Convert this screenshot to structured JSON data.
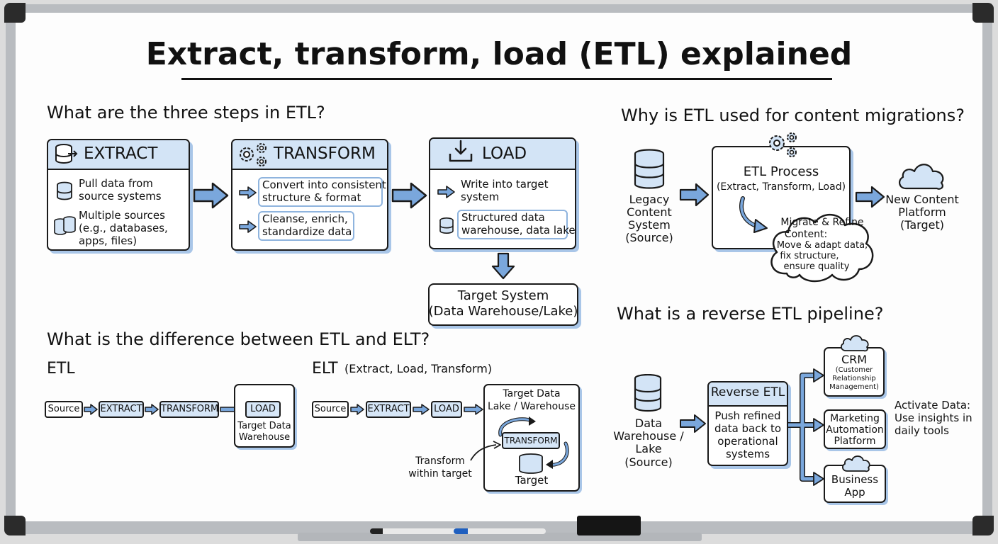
{
  "title": "Extract, transform, load (ETL) explained",
  "sections": {
    "steps": {
      "heading": "What are the three steps in ETL?",
      "extract": {
        "title": "EXTRACT",
        "item1": [
          "Pull data from",
          "source systems"
        ],
        "item2": [
          "Multiple sources",
          "(e.g., databases,",
          "apps, files)"
        ]
      },
      "transform": {
        "title": "TRANSFORM",
        "item1": [
          "Convert into consistent",
          "structure & format"
        ],
        "item2": [
          "Cleanse, enrich,",
          "standardize data"
        ]
      },
      "load": {
        "title": "LOAD",
        "item1": [
          "Write into target",
          "system"
        ],
        "item2": [
          "Structured data",
          "warehouse, data lake"
        ]
      },
      "target": [
        "Target System",
        "(Data Warehouse/Lake)"
      ]
    },
    "migrations": {
      "heading": "Why is ETL used for content migrations?",
      "legacy": [
        "Legacy",
        "Content",
        "System",
        "(Source)"
      ],
      "process_title": "ETL Process",
      "process_sub": "(Extract, Transform, Load)",
      "cloud_text": [
        "Migrate & Refine",
        "Content:",
        "Move & adapt data,",
        "fix structure,",
        "ensure quality"
      ],
      "new_platform": [
        "New Content",
        "Platform",
        "(Target)"
      ]
    },
    "difference": {
      "heading": "What is the difference between ETL and ELT?",
      "etl_label": "ETL",
      "etl_flow": [
        "Source",
        "EXTRACT",
        "TRANSFORM",
        "LOAD"
      ],
      "etl_target": [
        "Target Data",
        "Warehouse"
      ],
      "elt_label": "ELT",
      "elt_sub": "(Extract, Load, Transform)",
      "elt_flow": [
        "Source",
        "EXTRACT",
        "LOAD"
      ],
      "elt_box_title": [
        "Target Data",
        "Lake / Warehouse"
      ],
      "elt_transform": "TRANSFORM",
      "elt_target": "Target",
      "elt_note": [
        "Transform",
        "within target"
      ]
    },
    "reverse": {
      "heading": "What is a reverse ETL pipeline?",
      "source": [
        "Data",
        "Warehouse /",
        "Lake",
        "(Source)"
      ],
      "title": "Reverse ETL",
      "body": [
        "Push refined",
        "data back to",
        "operational",
        "systems"
      ],
      "crm_title": "CRM",
      "crm_sub": [
        "(Customer",
        "Relationship",
        "Management)"
      ],
      "marketing": [
        "Marketing",
        "Automation",
        "Platform"
      ],
      "business": [
        "Business",
        "App"
      ],
      "activate": [
        "Activate Data:",
        "Use insights in",
        "daily tools"
      ]
    }
  },
  "colors": {
    "accent_blue": "#7aa7dc",
    "header_fill": "#d3e4f6",
    "ink": "#1a1a1a",
    "board": "#fdfdfd"
  },
  "icons": [
    "database-icon",
    "gears-icon",
    "download-icon",
    "cloud-icon",
    "arrow-right-icon"
  ]
}
